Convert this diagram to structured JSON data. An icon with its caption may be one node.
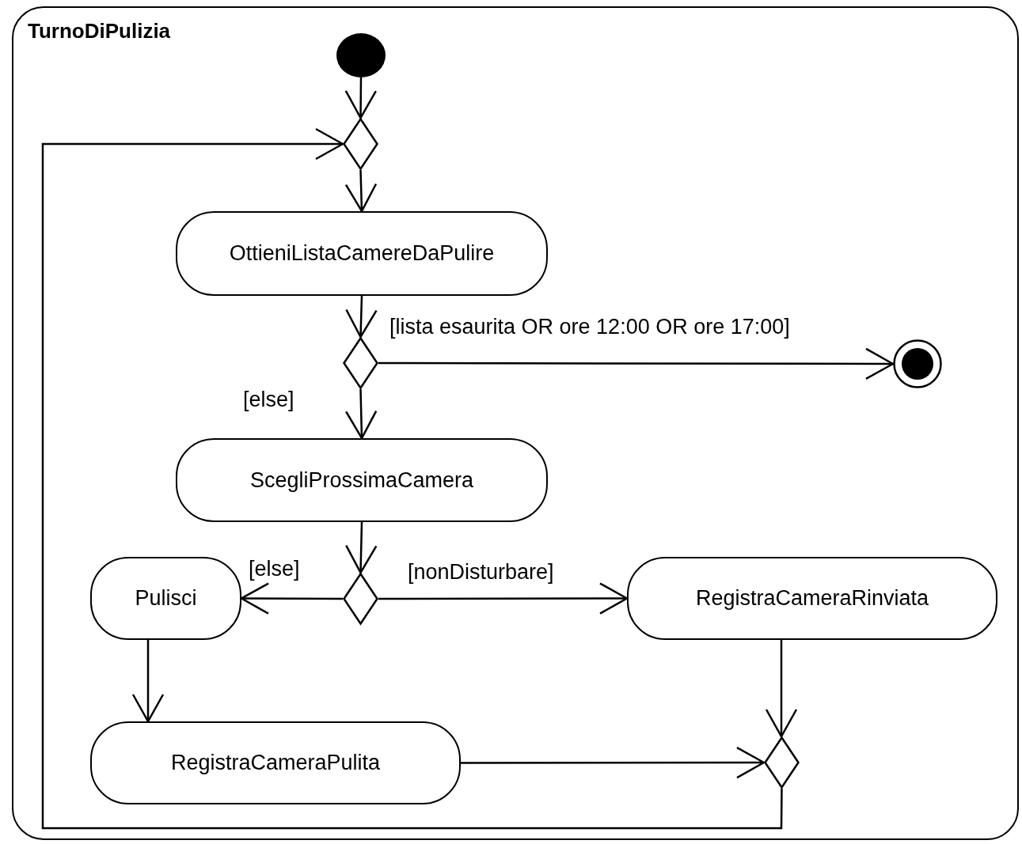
{
  "diagram": {
    "nodes": [
      {
        "text": [
          "TurnoDiPulizia"
        ]
      },
      {
        "text": [],
        "shape": "circle",
        "in": 0
      },
      {
        "text": [],
        "shape": "diamond",
        "in": 0
      },
      {
        "text": [
          "OttieniListaCamereDaPulire"
        ],
        "in": 0
      },
      {
        "text": [],
        "shape": "diamond",
        "in": 0
      },
      {
        "text": [],
        "shape": "bullseye",
        "in": 0
      },
      {
        "text": [
          "ScegliProssimaCamera"
        ],
        "in": 0
      },
      {
        "text": [],
        "shape": "diamond",
        "in": 0
      },
      {
        "text": [
          "Pulisci"
        ],
        "in": 0
      },
      {
        "text": [
          "RegistraCameraRinviata"
        ],
        "in": 0
      },
      {
        "text": [
          "RegistraCameraPulita"
        ],
        "in": 0
      },
      {
        "text": [],
        "shape": "diamond",
        "in": 0
      }
    ],
    "edges": [
      {
        "from": 1,
        "to": 2,
        "arrow": "to"
      },
      {
        "from": 2,
        "to": 3,
        "arrow": "to"
      },
      {
        "from": 3,
        "to": 4,
        "arrow": "to"
      },
      {
        "from": 4,
        "to": 5,
        "arrow": "to",
        "label": "[lista esaurita OR ore 12:00 OR ore 17:00]"
      },
      {
        "from": 4,
        "to": 6,
        "arrow": "to",
        "label": "[else]"
      },
      {
        "from": 6,
        "to": 7,
        "arrow": "to"
      },
      {
        "from": 7,
        "to": 8,
        "arrow": "to",
        "label": "[else]"
      },
      {
        "from": 7,
        "to": 9,
        "arrow": "to",
        "label": "[nonDisturbare]"
      },
      {
        "from": 8,
        "to": 10,
        "arrow": "to"
      },
      {
        "from": 10,
        "to": 11,
        "arrow": "to"
      },
      {
        "from": 9,
        "to": 11,
        "arrow": "to"
      },
      {
        "from": 11,
        "to": 2,
        "arrow": "to"
      }
    ]
  }
}
